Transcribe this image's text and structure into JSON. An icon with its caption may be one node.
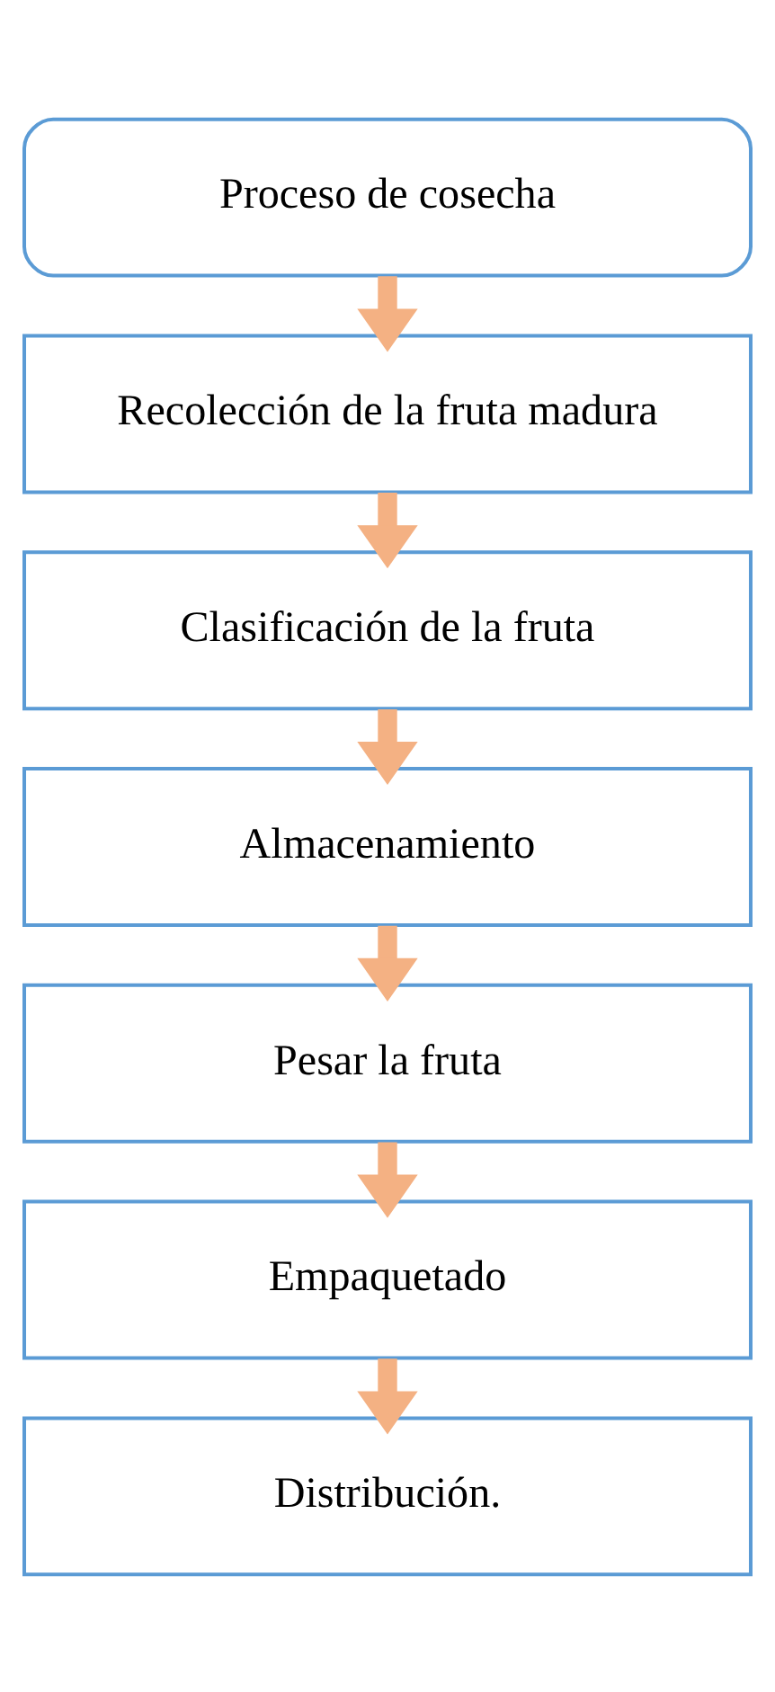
{
  "diagram": {
    "nodes": [
      {
        "text": [
          "Proceso de cosecha"
        ]
      },
      {
        "text": [
          "Recolección de la fruta madura"
        ]
      },
      {
        "text": [
          "Clasificación de la fruta"
        ]
      },
      {
        "text": [
          "Almacenamiento"
        ]
      },
      {
        "text": [
          "Pesar la fruta"
        ]
      },
      {
        "text": [
          "Empaquetado"
        ]
      },
      {
        "text": [
          "Distribución."
        ]
      }
    ],
    "edges": [
      {
        "from": 0,
        "to": 1,
        "arrow": "to"
      },
      {
        "from": 1,
        "to": 2,
        "arrow": "to"
      },
      {
        "from": 2,
        "to": 3,
        "arrow": "to"
      },
      {
        "from": 3,
        "to": 4,
        "arrow": "to"
      },
      {
        "from": 4,
        "to": 5,
        "arrow": "to"
      },
      {
        "from": 5,
        "to": 6,
        "arrow": "to"
      }
    ]
  }
}
